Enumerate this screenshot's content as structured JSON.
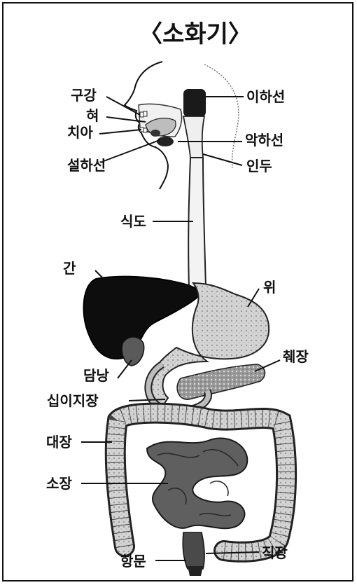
{
  "title": "〈소화기〉",
  "labels": {
    "mouth": "구강",
    "tongue": "혀",
    "teeth": "치아",
    "sublingual_gland": "설하선",
    "parotid_gland": "이하선",
    "submandibular_gland": "악하선",
    "pharynx": "인두",
    "esophagus": "식도",
    "liver": "간",
    "stomach": "위",
    "pancreas": "췌장",
    "gallbladder": "담낭",
    "duodenum": "십이지장",
    "large_intestine": "대장",
    "small_intestine": "소장",
    "anus": "항문",
    "rectum": "직장"
  }
}
